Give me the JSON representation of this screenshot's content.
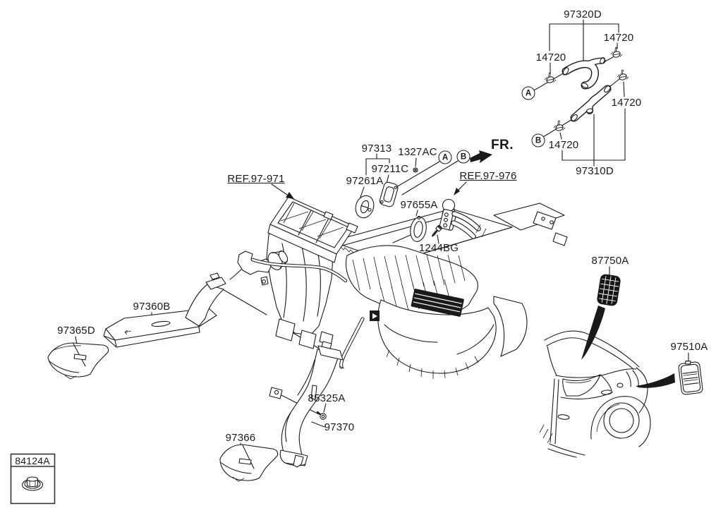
{
  "labels": {
    "hose_upper": "97320D",
    "hose_lower": "97310D",
    "clamp": "14720",
    "seal_kit": "97313",
    "screw_small": "1327AC",
    "gasket_flange": "97211C",
    "gasket_oval": "97261A",
    "pipe_seal": "97655A",
    "pipe_bolt": "1244BG",
    "duct_center": "97360B",
    "cover_left": "97365D",
    "cover_bottom": "97366",
    "duct_elbow": "97370",
    "duct_screw": "85325A",
    "tray_grille": "87750A",
    "extractor_grille": "97510A",
    "grommet": "84124A"
  },
  "references": {
    "hvac_module": "REF.97-971",
    "heater_pipes": "REF.97-976"
  },
  "indicators": {
    "front": "FR.",
    "callout_a": "A",
    "callout_b": "B"
  },
  "colors": {
    "ink": "#1a1a1a",
    "paper": "#ffffff"
  }
}
